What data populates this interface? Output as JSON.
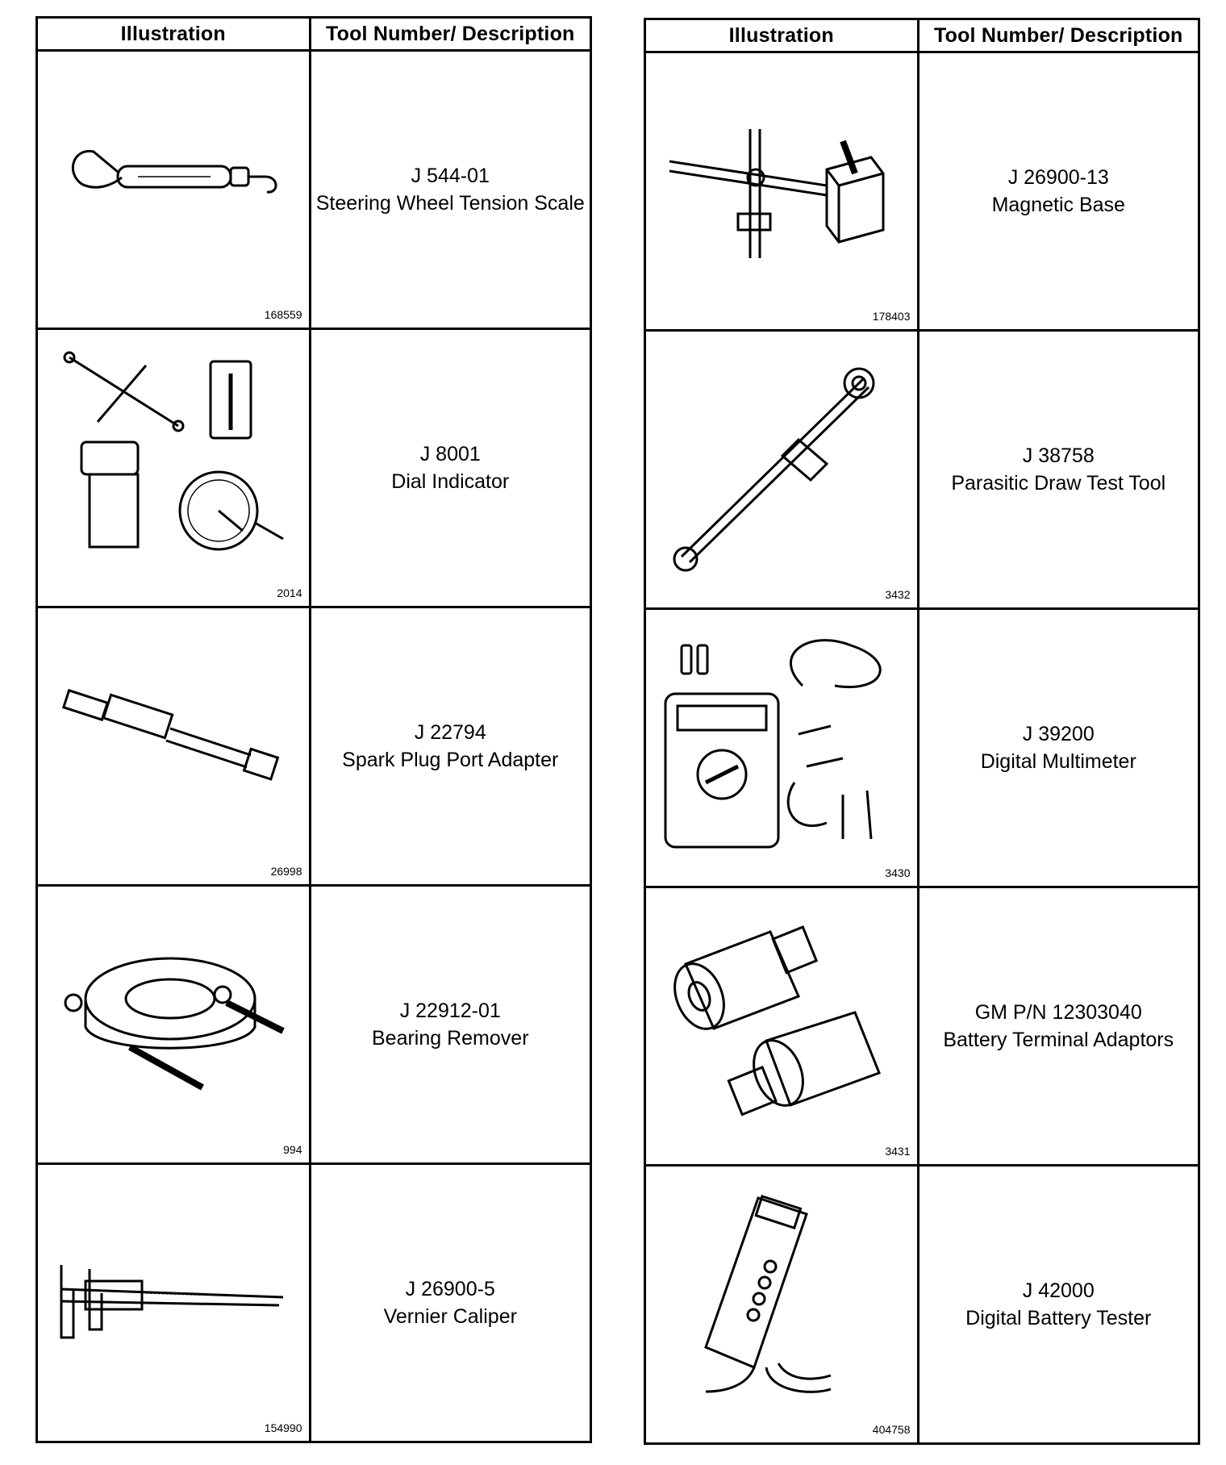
{
  "left_table": {
    "headers": {
      "illustration": "Illustration",
      "tool": "Tool Number/ Description"
    },
    "rows": [
      {
        "fig": "168559",
        "number": "J 544-01",
        "description": "Steering Wheel Tension Scale",
        "icon": "tension-scale-icon"
      },
      {
        "fig": "2014",
        "number": "J 8001",
        "description": "Dial Indicator",
        "icon": "dial-indicator-icon"
      },
      {
        "fig": "26998",
        "number": "J 22794",
        "description": "Spark Plug Port Adapter",
        "icon": "spark-plug-adapter-icon"
      },
      {
        "fig": "994",
        "number": "J 22912-01",
        "description": "Bearing Remover",
        "icon": "bearing-remover-icon"
      },
      {
        "fig": "154990",
        "number": "J 26900-5",
        "description": "Vernier Caliper",
        "icon": "vernier-caliper-icon"
      }
    ]
  },
  "right_table": {
    "headers": {
      "illustration": "Illustration",
      "tool": "Tool Number/ Description"
    },
    "rows": [
      {
        "fig": "178403",
        "number": "J 26900-13",
        "description": "Magnetic Base",
        "icon": "magnetic-base-icon"
      },
      {
        "fig": "3432",
        "number": "J 38758",
        "description": "Parasitic Draw Test Tool",
        "icon": "parasitic-draw-tool-icon"
      },
      {
        "fig": "3430",
        "number": "J 39200",
        "description": "Digital Multimeter",
        "icon": "multimeter-icon"
      },
      {
        "fig": "3431",
        "number": "GM P/N 12303040",
        "description": "Battery Terminal Adaptors",
        "icon": "battery-adaptor-icon"
      },
      {
        "fig": "404758",
        "number": "J 42000",
        "description": "Digital Battery Tester",
        "icon": "battery-tester-icon"
      }
    ]
  }
}
